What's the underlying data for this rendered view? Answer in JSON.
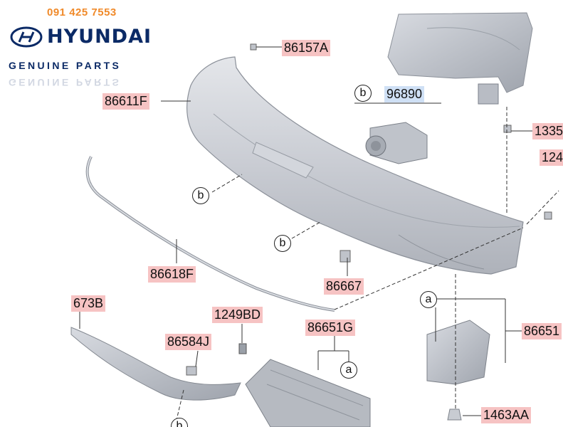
{
  "contact": {
    "phone": "091 425 7553"
  },
  "brand": {
    "name": "HYUNDAI",
    "tagline": "GENUINE PARTS",
    "logo_icon": "hyundai-logo-icon"
  },
  "parts": {
    "p86157A": "86157A",
    "p86611F": "86611F",
    "p96890": "96890",
    "p1335": "1335",
    "p124": "124",
    "p86618F": "86618F",
    "p86667": "86667",
    "p673B": "673B",
    "p1249BD": "1249BD",
    "p86584J": "86584J",
    "p86651G": "86651G",
    "p86651": "86651",
    "p1463AA": "1463AA"
  },
  "callouts": {
    "b": "b",
    "a": "a"
  },
  "colors": {
    "label_bg": "#f6c3c3",
    "label_bg_blue": "#cfe0f5",
    "brand_navy": "#0b2a66",
    "phone_orange": "#f08a2a"
  }
}
